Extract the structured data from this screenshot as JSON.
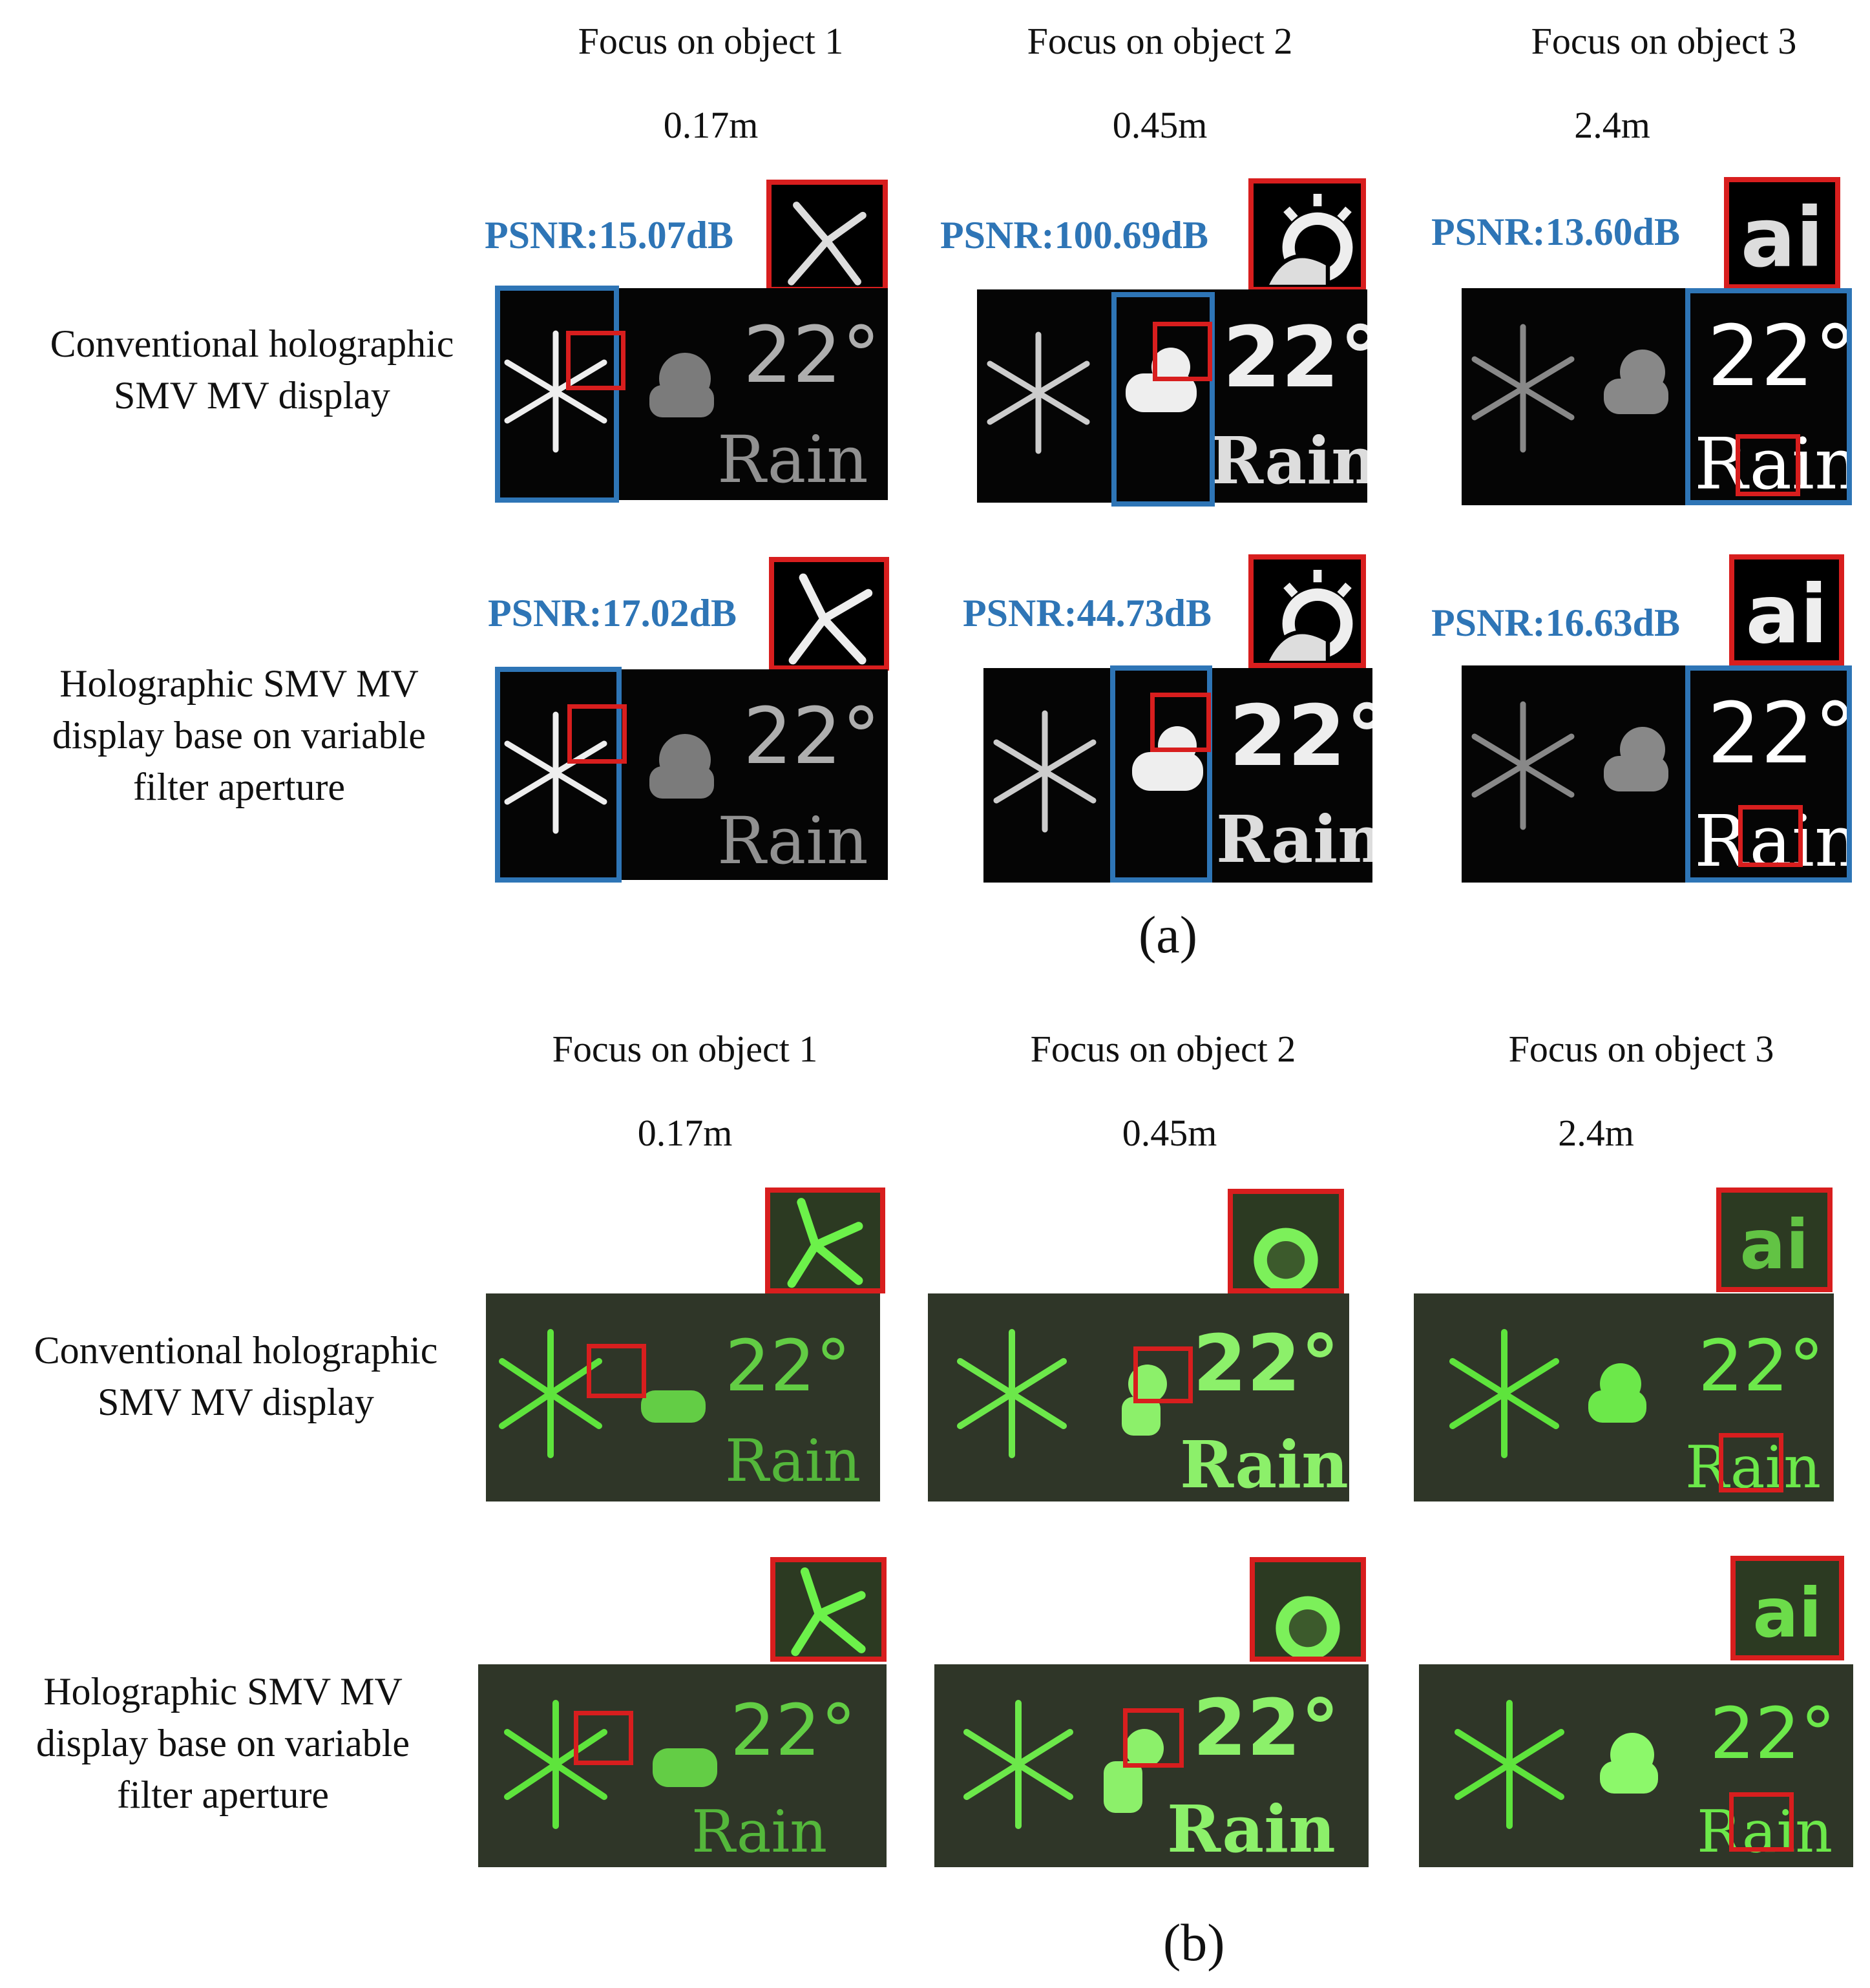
{
  "part_a": {
    "columns": [
      {
        "header": "Focus on object 1",
        "distance": "0.17m"
      },
      {
        "header": "Focus on object 2",
        "distance": "0.45m"
      },
      {
        "header": "Focus on object 3",
        "distance": "2.4m"
      }
    ],
    "rows": [
      {
        "label": "Conventional holographic SMV MV display",
        "psnr": [
          "PSNR:15.07dB",
          "PSNR:100.69dB",
          "PSNR:13.60dB"
        ]
      },
      {
        "label": "Holographic SMV MV display base on variable filter aperture",
        "psnr": [
          "PSNR:17.02dB",
          "PSNR:44.73dB",
          "PSNR:16.63dB"
        ]
      }
    ],
    "caption": "(a)"
  },
  "part_b": {
    "columns": [
      {
        "header": "Focus on object 1",
        "distance": "0.17m"
      },
      {
        "header": "Focus on object 2",
        "distance": "0.45m"
      },
      {
        "header": "Focus on object 3",
        "distance": "2.4m"
      }
    ],
    "rows": [
      {
        "label": "Conventional holographic SMV MV display"
      },
      {
        "label": "Holographic SMV MV display base on variable filter aperture"
      }
    ],
    "caption": "(b)"
  },
  "panel_text": {
    "temperature": "22°",
    "word": "Rain",
    "inset_letters": "ai"
  },
  "colors": {
    "psnr_blue": "#2e75b6",
    "frame_blue": "#2e75b6",
    "highlight_red": "#d81e1e",
    "display_green": "#7dff5a"
  }
}
